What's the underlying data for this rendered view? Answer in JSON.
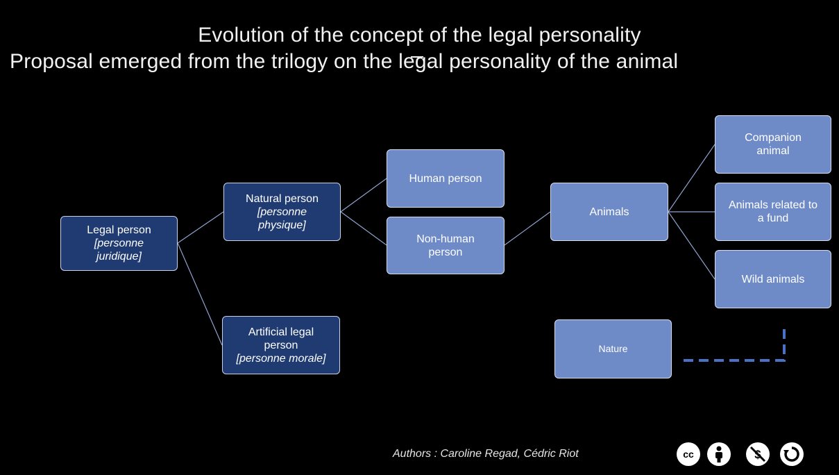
{
  "title": {
    "line1": "Evolution of the concept of the legal personality",
    "line2": "Proposal emerged from the trilogy on the legal personality of the animal"
  },
  "nodes": {
    "legal_person": {
      "l1": "Legal person",
      "l2": "[personne",
      "l3": "juridique]"
    },
    "natural_person": {
      "l1": "Natural person",
      "l2": "[personne",
      "l3": "physique]"
    },
    "artificial_person": {
      "l1": "Artificial legal",
      "l2": "person",
      "l3": "[personne morale]"
    },
    "human_person": "Human person",
    "non_human_person": {
      "l1": "Non-human",
      "l2": "person"
    },
    "animals": "Animals",
    "companion_animal": {
      "l1": "Companion",
      "l2": "animal"
    },
    "animals_fund": {
      "l1": "Animals related to",
      "l2": "a fund"
    },
    "wild_animals": "Wild animals",
    "nature": "Nature"
  },
  "footer": {
    "authors": "Authors : Caroline Regad, Cédric Riot",
    "license_icons": [
      "cc-icon",
      "attribution-icon",
      "noncommercial-icon",
      "sharealike-icon"
    ]
  },
  "colors": {
    "dark_box": "#1f3b72",
    "light_box": "#6e8bc7",
    "dashed_link": "#4a72c4"
  }
}
